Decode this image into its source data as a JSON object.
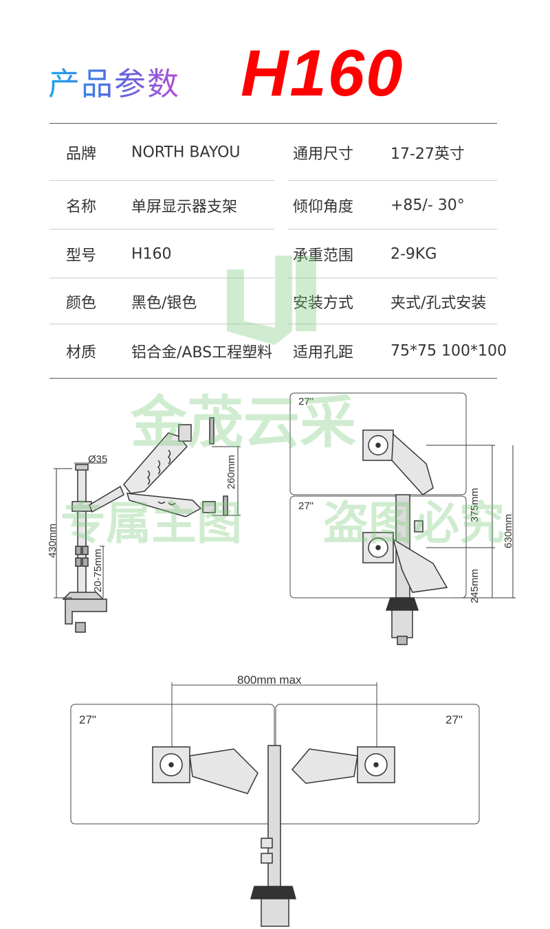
{
  "header": {
    "title": "产品参数",
    "model": "H160"
  },
  "specs": [
    {
      "label_left": "品牌",
      "value_left": "NORTH BAYOU",
      "label_right": "通用尺寸",
      "value_right": "17-27英寸"
    },
    {
      "label_left": "名称",
      "value_left": "单屏显示器支架",
      "label_right": "倾仰角度",
      "value_right": "+85/- 30°"
    },
    {
      "label_left": "型号",
      "value_left": "H160",
      "label_right": "承重范围",
      "value_right": "2-9KG"
    },
    {
      "label_left": "颜色",
      "value_left": "黑色/银色",
      "label_right": "安装方式",
      "value_right": "夹式/孔式安装"
    },
    {
      "label_left": "材质",
      "value_left": "铝合金/ABS工程塑料",
      "label_right": "适用孔距",
      "value_right": "75*75 100*100"
    }
  ],
  "watermark": {
    "line1": "金茂云采",
    "line2a": "专属主图",
    "line2b": "盗图必究"
  },
  "diagram_side": {
    "pole_diameter": "Ø35",
    "height_430": "430mm",
    "clamp_range": "20-75mm",
    "arm_range": "260mm"
  },
  "diagram_stacked": {
    "top_monitor_size": "27\"",
    "bottom_monitor_size": "27\"",
    "h_375": "375mm",
    "h_630": "630mm",
    "h_245": "245mm"
  },
  "diagram_dual": {
    "span": "800mm max",
    "left_size": "27\"",
    "right_size": "27\""
  },
  "colors": {
    "model": "#ff0000",
    "title_gradient_start": "#1aa7ec",
    "title_gradient_end": "#b14fd6",
    "watermark": "#7cc87c"
  }
}
